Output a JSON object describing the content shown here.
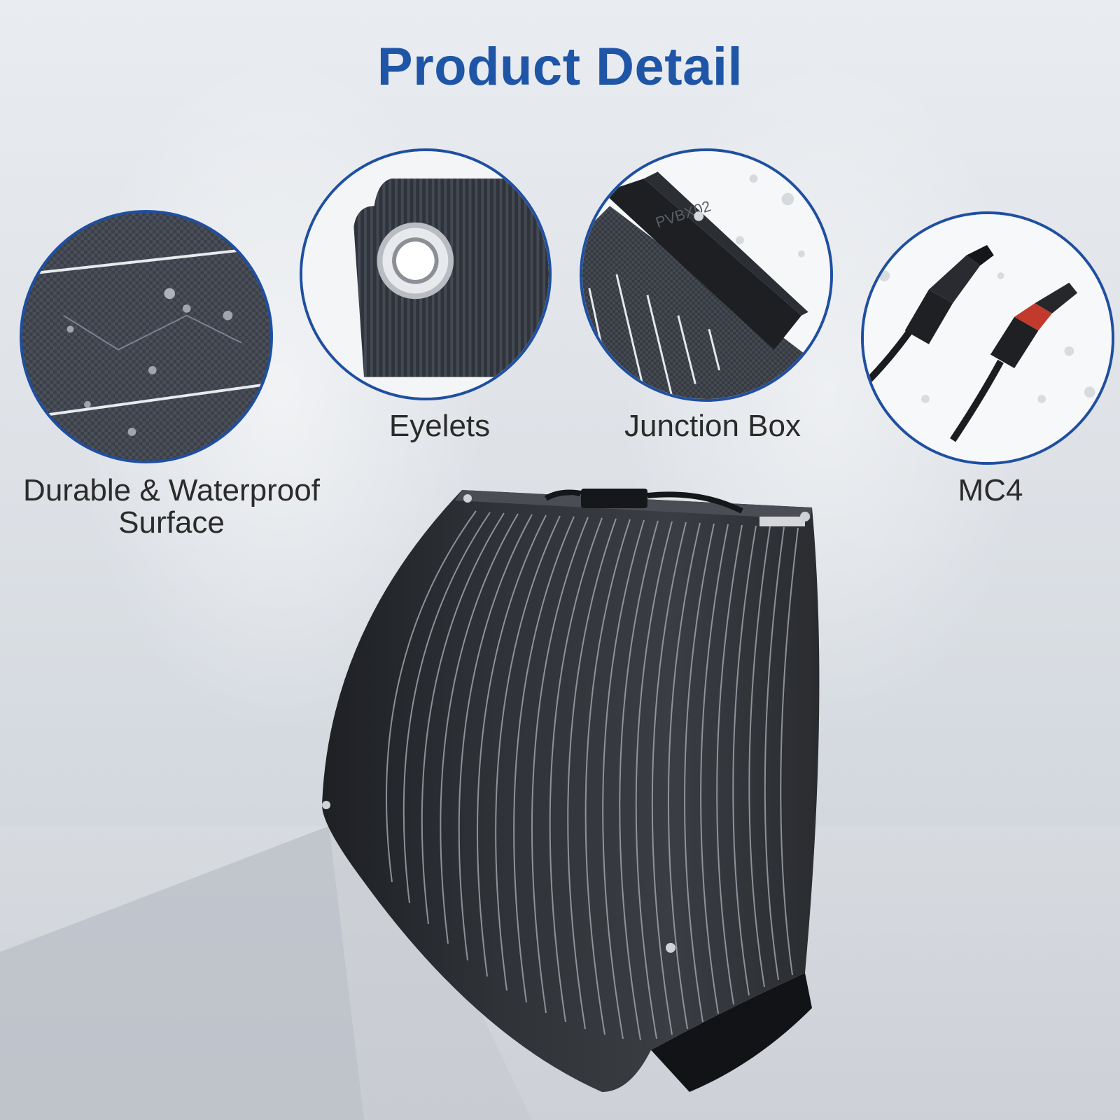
{
  "title": "Product Detail",
  "colors": {
    "title_blue": "#1f55a6",
    "circle_border": "#1f4fa0",
    "label_text": "#2b2b2b",
    "panel_dark": "#2a2c30"
  },
  "features": [
    {
      "label_line1": "Durable & Waterproof",
      "label_line2": "Surface",
      "icon": "surface-texture-icon"
    },
    {
      "label_line1": "Eyelets",
      "icon": "eyelet-icon"
    },
    {
      "label_line1": "Junction Box",
      "icon": "junction-box-icon"
    },
    {
      "label_line1": "MC4",
      "icon": "mc4-connector-icon"
    }
  ],
  "junction_box_marking": "PVBX02"
}
